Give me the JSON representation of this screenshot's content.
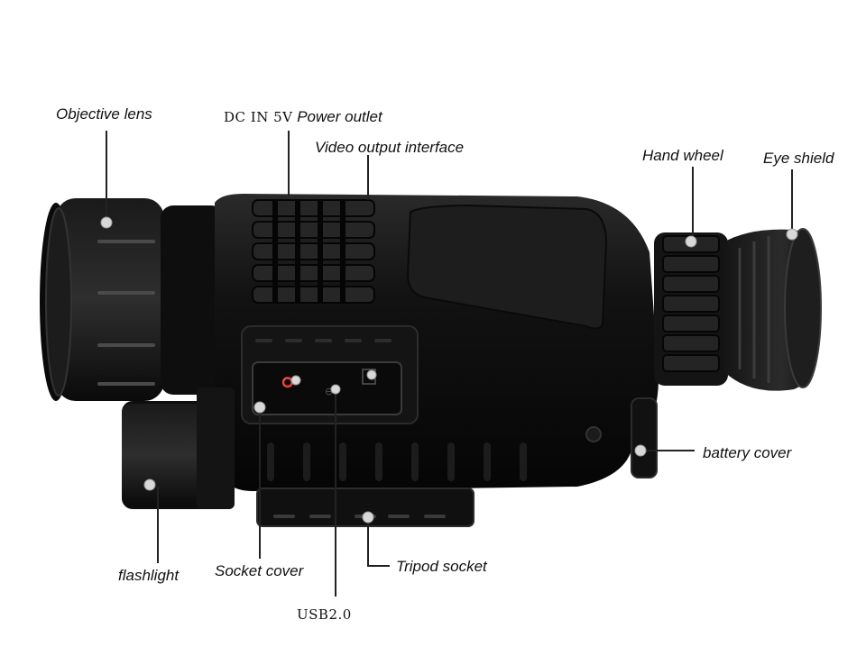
{
  "labels": {
    "objective_lens": "Objective lens",
    "dc_in": "DC IN 5V",
    "power_outlet": "Power outlet",
    "video_output": "Video output interface",
    "hand_wheel": "Hand wheel",
    "eye_shield": "Eye shield",
    "battery_cover": "battery cover",
    "flashlight": "flashlight",
    "socket_cover": "Socket cover",
    "tripod_socket": "Tripod socket",
    "usb": "USB2.0"
  },
  "colors": {
    "body": "#0c0c0c",
    "highlight": "#3a3a3a",
    "callout_line": "#222222",
    "callout_dot": "#d8d8d8"
  }
}
